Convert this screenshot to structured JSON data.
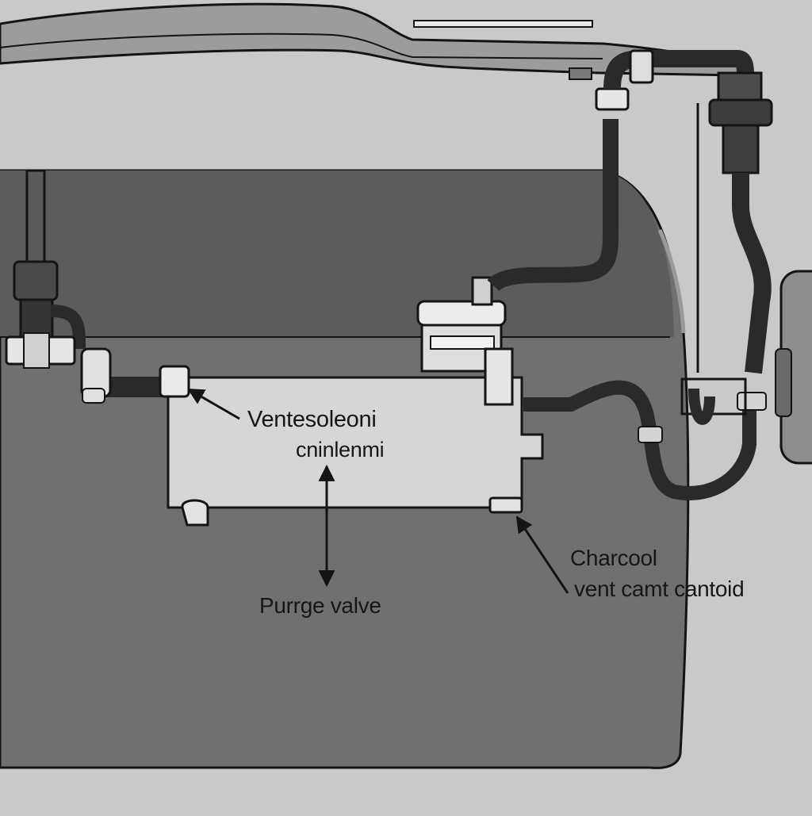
{
  "labels": {
    "vent_solenoid_line1": "Ventesoleoni",
    "vent_solenoid_line2": "cninlenmi",
    "purge_valve": "Purrge valve",
    "charcoal_line1": "Charcool",
    "charcoal_line2": "vent camt cantoid"
  },
  "colors": {
    "background": "#c9c9c9",
    "tank_body": "#6f6f6f",
    "tank_top": "#5b5b5b",
    "canister": "#d6d6d6",
    "hose": "#2a2a2a",
    "outline": "#141414",
    "label_text": "#161616"
  }
}
